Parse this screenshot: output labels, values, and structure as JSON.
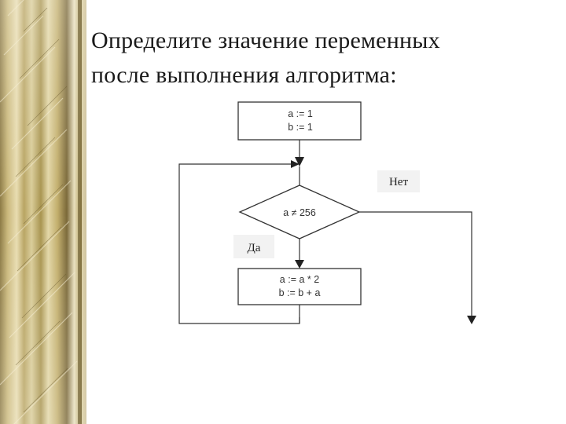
{
  "slide": {
    "title_line1": "Определите значение переменных",
    "title_line2": "после выполнения алгоритма:"
  },
  "flowchart": {
    "init_block": {
      "line1": "a := 1",
      "line2": "b := 1"
    },
    "condition": "a ≠ 256",
    "yes_label": "Да",
    "no_label": "Нет",
    "loop_block": {
      "line1": "a := a * 2",
      "line2": "b := b + a"
    }
  },
  "colors": {
    "border_gold": "#c9b77a",
    "border_dark": "#6b5a2c",
    "border_light": "#f3ead0",
    "line": "#333333",
    "label_bg": "#f2f2f2"
  }
}
